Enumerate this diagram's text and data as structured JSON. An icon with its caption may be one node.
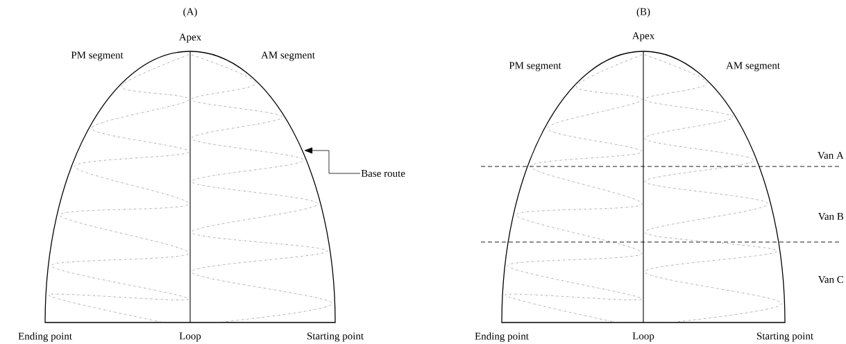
{
  "diagram": {
    "nodes": [
      {
        "text": [],
        "shape": "arch"
      },
      {
        "text": [
          "Base route"
        ]
      },
      {
        "text": [],
        "shape": "arch"
      }
    ],
    "edges": [
      {
        "from": 1,
        "to": 0,
        "arrow": "to"
      }
    ],
    "labels": [
      "(A)",
      "Apex",
      "PM segment",
      "AM segment",
      "Ending point",
      "Loop",
      "Starting point",
      "(B)",
      "Apex",
      "PM segment",
      "AM segment",
      "Van A",
      "Van B",
      "Van C",
      "Ending point",
      "Loop",
      "Starting point"
    ]
  }
}
